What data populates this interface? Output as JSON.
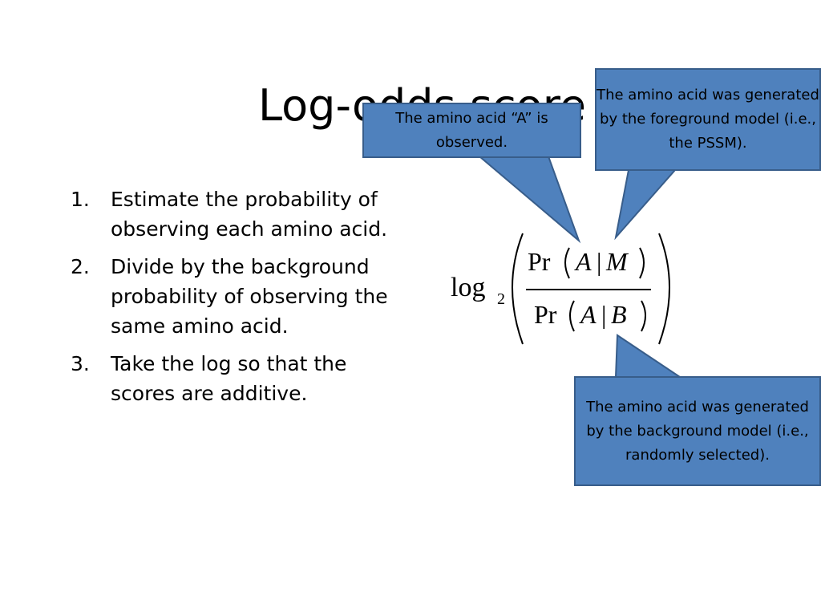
{
  "slide": {
    "title": "Log-odds score",
    "steps": [
      {
        "num": "1.",
        "text": "Estimate the probability of observing each amino acid."
      },
      {
        "num": "2.",
        "text": "Divide by the background probability of observing the same amino acid."
      },
      {
        "num": "3.",
        "text": "Take the log so that the scores are additive."
      }
    ],
    "callouts": {
      "observed": "The amino acid “A” is observed.",
      "foreground": "The amino acid was generated by the foreground model (i.e., the PSSM).",
      "background": "The amino acid was generated by the background model (i.e., randomly selected)."
    },
    "formula": {
      "log": "log",
      "base": "2",
      "pr": "Pr",
      "a": "A",
      "m": "M",
      "b": "B",
      "bar": "|"
    },
    "colors": {
      "callout_fill": "#4f81bd",
      "callout_border": "#385d8a"
    }
  }
}
